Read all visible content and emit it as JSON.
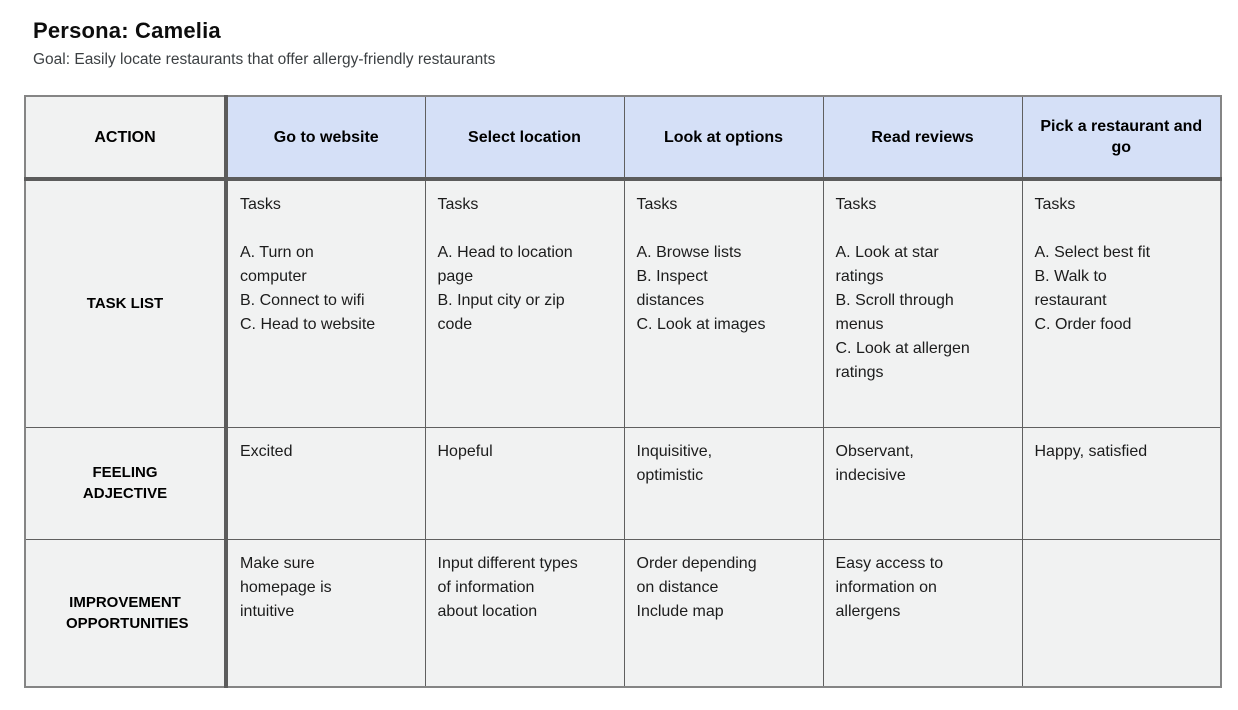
{
  "page": {
    "title": "Persona: Camelia",
    "goal": "Goal: Easily locate restaurants that offer allergy-friendly restaurants"
  },
  "table": {
    "corner_label": "ACTION",
    "columns": [
      "Go to website",
      "Select location",
      "Look at options",
      "Read reviews",
      "Pick a restaurant and go"
    ],
    "rows": [
      {
        "label": "TASK LIST",
        "cells": [
          {
            "heading": "Tasks",
            "lines": [
              "A. Turn on computer",
              "B. Connect to wifi",
              "C. Head to website"
            ]
          },
          {
            "heading": "Tasks",
            "lines": [
              "A. Head to location page",
              "B. Input city or zip code"
            ]
          },
          {
            "heading": "Tasks",
            "lines": [
              "A. Browse lists",
              "B. Inspect distances",
              "C. Look at images"
            ]
          },
          {
            "heading": "Tasks",
            "lines": [
              "A. Look at star ratings",
              "B. Scroll through menus",
              "C. Look at allergen ratings"
            ]
          },
          {
            "heading": "Tasks",
            "lines": [
              "A. Select best fit",
              "B. Walk to restaurant",
              "C. Order food"
            ]
          }
        ]
      },
      {
        "label": "FEELING ADJECTIVE",
        "cells": [
          "Excited",
          "Hopeful",
          "Inquisitive, optimistic",
          "Observant, indecisive",
          "Happy, satisfied"
        ]
      },
      {
        "label": "IMPROVEMENT OPPORTUNITIES",
        "cells": [
          {
            "lines": [
              "Make sure homepage is intuitive"
            ]
          },
          {
            "lines": [
              "Input different types of information about location"
            ]
          },
          {
            "lines": [
              "Order depending on distance",
              "Include map"
            ]
          },
          {
            "lines": [
              "Easy access to information on allergens"
            ]
          },
          {
            "lines": []
          }
        ]
      }
    ]
  },
  "colors": {
    "header-bg": "#d5e0f7",
    "cell-bg": "#f1f2f2",
    "border-thin": "#606060",
    "border-thick": "#5c5c5c",
    "border-outer": "#858585",
    "title-color": "#0d0d0d",
    "goal-color": "#3c4043",
    "body-text": "#1c1c1c"
  }
}
